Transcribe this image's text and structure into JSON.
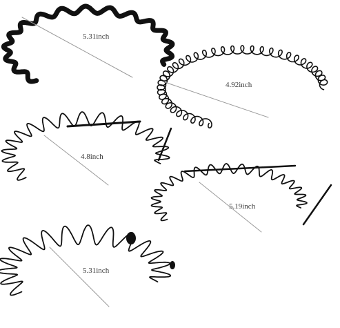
{
  "headbands": [
    {
      "id": "thick-wave",
      "measure_label": "5.31inch"
    },
    {
      "id": "spring-coil",
      "measure_label": "4.92inch"
    },
    {
      "id": "wave-with-tip",
      "measure_label": "4.8inch"
    },
    {
      "id": "small-wave",
      "measure_label": "5.19inch"
    },
    {
      "id": "big-wave",
      "measure_label": "5.31inch"
    }
  ],
  "colors": {
    "band": "#111111",
    "measure_line": "#9a9a9a",
    "background": "#ffffff"
  }
}
